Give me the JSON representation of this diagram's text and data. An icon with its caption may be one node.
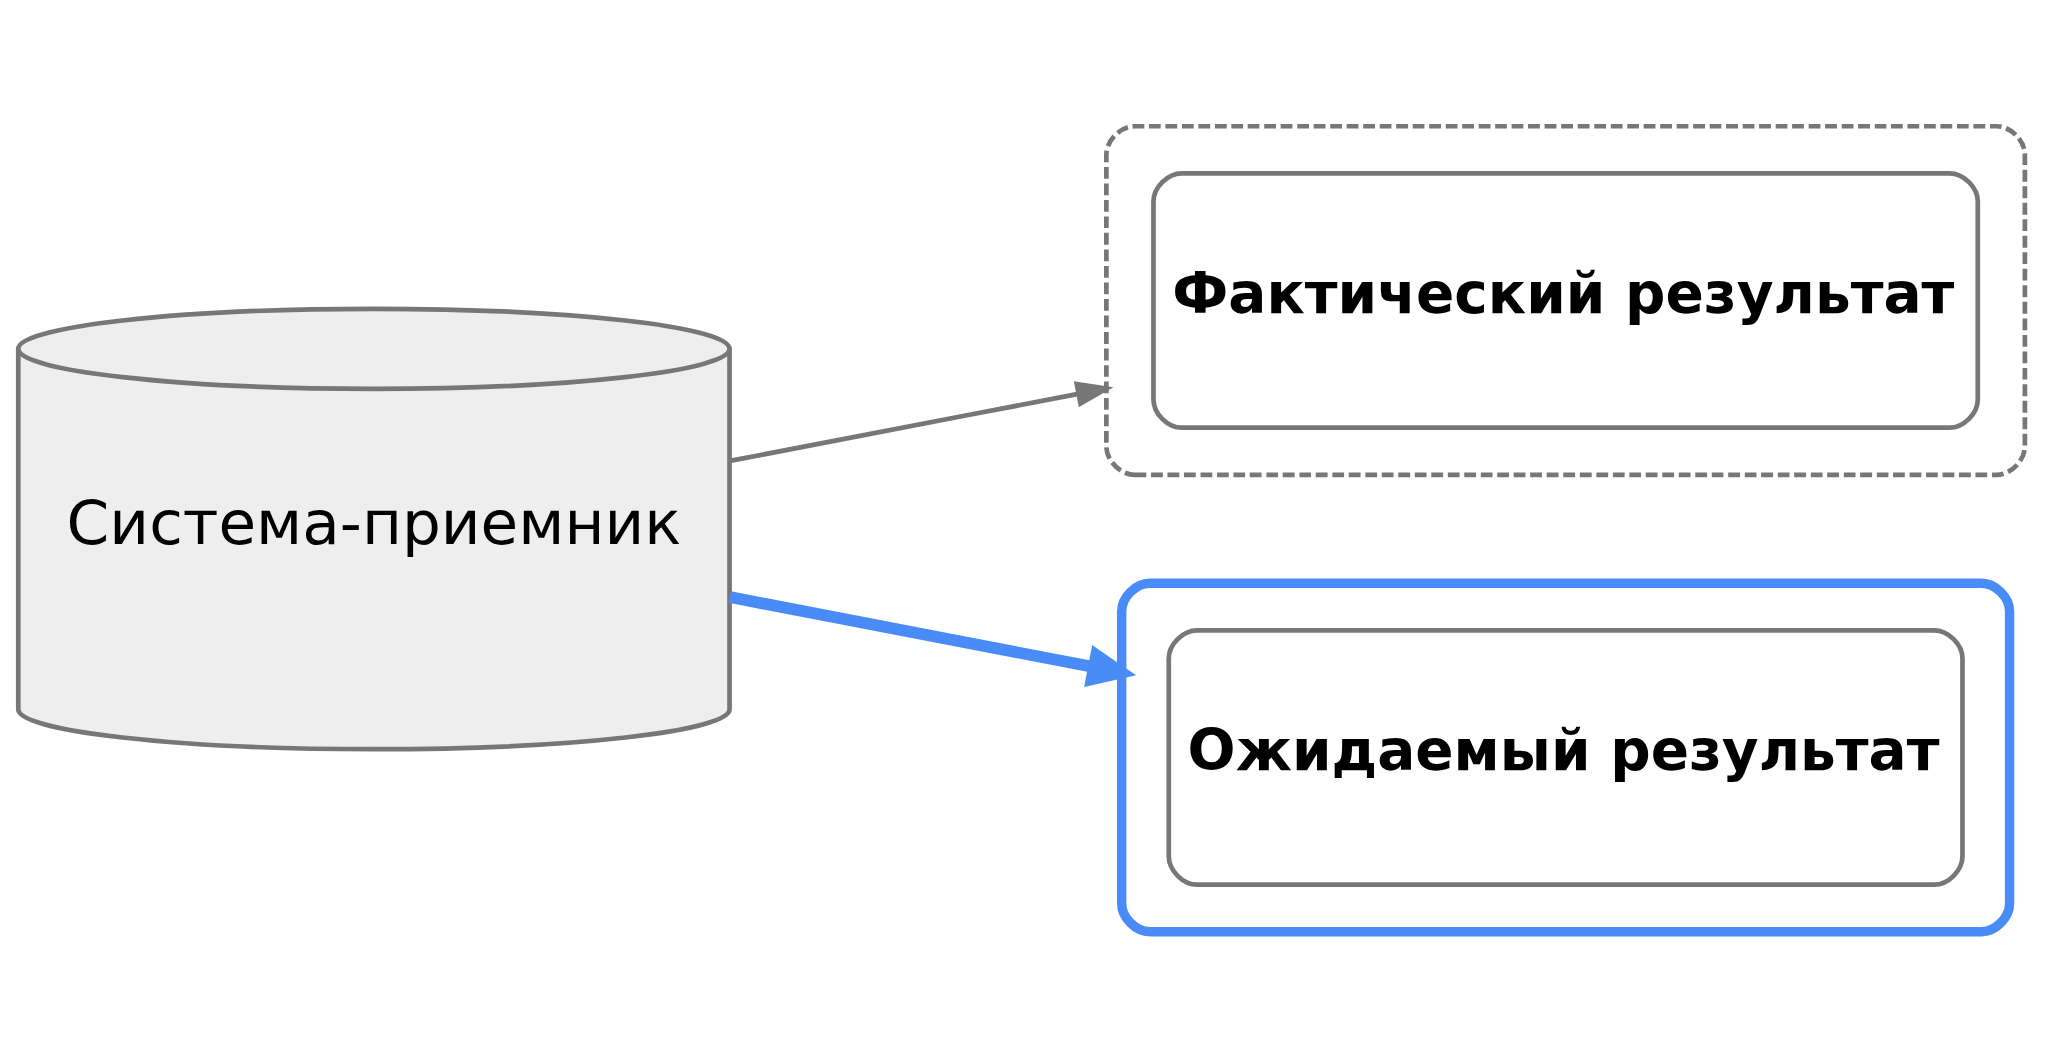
{
  "diagram": {
    "nodes": [
      {
        "text": [
          "Система-приемник"
        ]
      },
      {
        "text": [],
        "shape": "box"
      },
      {
        "text": [
          "Фактический результат"
        ],
        "in": 1
      },
      {
        "text": [],
        "shape": "box"
      },
      {
        "text": [
          "Ожидаемый результат"
        ],
        "in": 3
      }
    ],
    "edges": [
      {
        "from": 0,
        "to": 1,
        "arrow": "to"
      },
      {
        "from": 0,
        "to": 3,
        "arrow": "to",
        "style": "thick",
        "color": "#4a8cf7"
      }
    ]
  }
}
